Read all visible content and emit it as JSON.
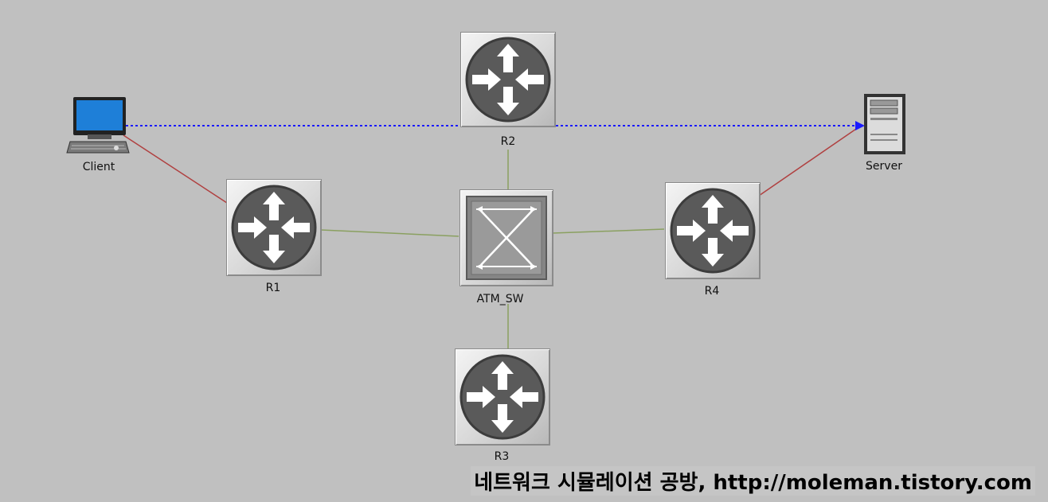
{
  "nodes": {
    "client": {
      "label": "Client",
      "icon": "pc-icon"
    },
    "server": {
      "label": "Server",
      "icon": "server-icon"
    },
    "r1": {
      "label": "R1",
      "icon": "router-icon"
    },
    "r2": {
      "label": "R2",
      "icon": "router-icon"
    },
    "r3": {
      "label": "R3",
      "icon": "router-icon"
    },
    "r4": {
      "label": "R4",
      "icon": "router-icon"
    },
    "atm_sw": {
      "label": "ATM_SW",
      "icon": "atm-switch-icon"
    }
  },
  "links": [
    {
      "from": "client",
      "to": "r1",
      "kind": "serial",
      "color": "#b04040"
    },
    {
      "from": "r1",
      "to": "atm_sw",
      "kind": "ethernet",
      "color": "#8aa060"
    },
    {
      "from": "atm_sw",
      "to": "r4",
      "kind": "ethernet",
      "color": "#8aa060"
    },
    {
      "from": "r2",
      "to": "atm_sw",
      "kind": "ethernet",
      "color": "#8aa060"
    },
    {
      "from": "atm_sw",
      "to": "r3",
      "kind": "ethernet",
      "color": "#8aa060"
    },
    {
      "from": "r4",
      "to": "server",
      "kind": "serial",
      "color": "#b04040"
    }
  ],
  "traffic": {
    "from": "client",
    "to": "server",
    "color": "#1a1aff",
    "style": "dotted-arrow"
  },
  "watermark": "네트워크 시뮬레이션 공방, http://moleman.tistory.com"
}
